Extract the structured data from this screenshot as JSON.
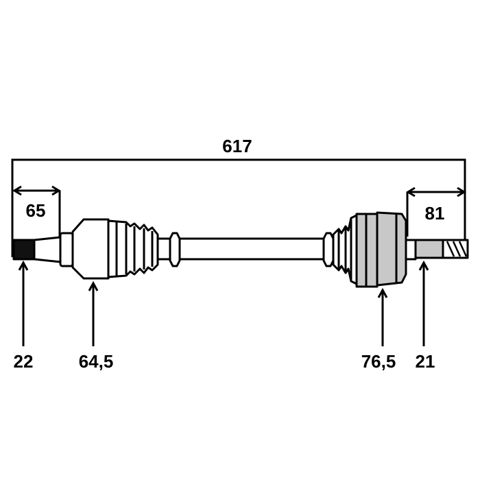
{
  "dimensions": {
    "overall_length": "617",
    "left_spline_length": "65",
    "right_spline_length": "81",
    "left_spline_diameter": "22",
    "left_joint_diameter": "64,5",
    "right_joint_diameter": "76,5",
    "right_spline_diameter": "21"
  },
  "colors": {
    "line": "#000000",
    "background": "#ffffff",
    "joint_shade": "#c8c8c8",
    "stub_dark": "#111111"
  }
}
